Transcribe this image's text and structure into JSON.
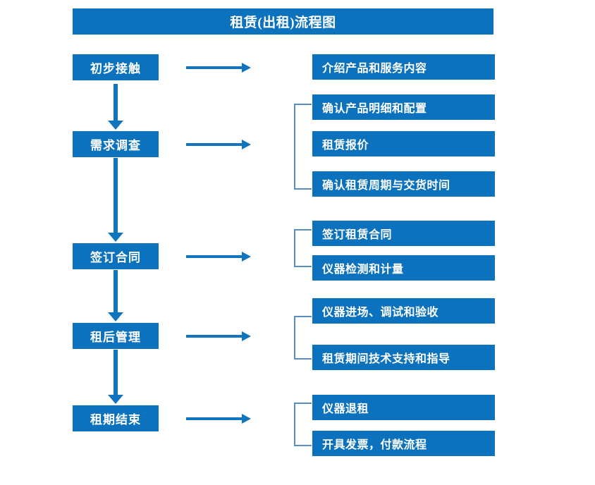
{
  "title": "租赁(出租)流程图",
  "theme": {
    "box_fill": "#0C72BD",
    "box_text": "#FFFFFF",
    "arrow": "#1075BE",
    "bracket": "#5B8DC0",
    "background": "#FFFFFF"
  },
  "stages": [
    {
      "label": "初步接触"
    },
    {
      "label": "需求调查"
    },
    {
      "label": "签订合同"
    },
    {
      "label": "租后管理"
    },
    {
      "label": "租期结束"
    }
  ],
  "detail_groups": [
    {
      "stage": "初步接触",
      "bracketed": false,
      "items": [
        {
          "label": "介绍产品和服务内容"
        }
      ]
    },
    {
      "stage": "需求调查",
      "bracketed": true,
      "items": [
        {
          "label": "确认产品明细和配置"
        },
        {
          "label": "租赁报价"
        },
        {
          "label": "确认租赁周期与交货时间"
        }
      ]
    },
    {
      "stage": "签订合同",
      "bracketed": true,
      "items": [
        {
          "label": "签订租赁合同"
        },
        {
          "label": "仪器检测和计量"
        }
      ]
    },
    {
      "stage": "租后管理",
      "bracketed": true,
      "items": [
        {
          "label": "仪器进场、调试和验收"
        },
        {
          "label": "租赁期间技术支持和指导"
        }
      ]
    },
    {
      "stage": "租期结束",
      "bracketed": true,
      "items": [
        {
          "label": "仪器退租"
        },
        {
          "label": "开具发票，付款流程"
        }
      ]
    }
  ]
}
